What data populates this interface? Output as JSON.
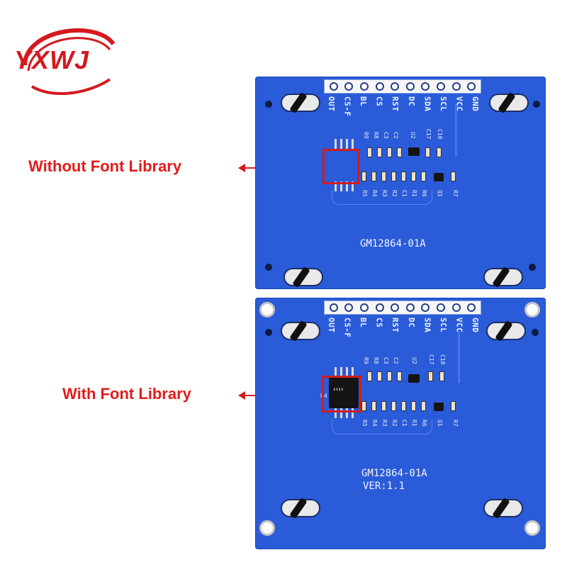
{
  "logo": {
    "text": "YXWJ",
    "color": "#d4191f"
  },
  "boards": {
    "top": {
      "pins": [
        "OUT",
        "CS-F",
        "BL",
        "CS",
        "RST",
        "DC",
        "SDA",
        "SCL",
        "VCC",
        "GND"
      ],
      "model": "GM12864-01A",
      "silk_top": [
        "R9",
        "R8",
        "C3",
        "C2",
        "U2",
        "C17",
        "C18"
      ],
      "silk_bottom": [
        "R5",
        "R4",
        "R3",
        "R2",
        "C1",
        "R1",
        "R6",
        "Q1",
        "R7"
      ]
    },
    "bottom": {
      "pins": [
        "OUT",
        "CS-F",
        "BL",
        "CS",
        "RST",
        "DC",
        "SDA",
        "SCL",
        "VCC",
        "GND"
      ],
      "model": "GM12864-01A",
      "version": "VER:1.1",
      "silk_top": [
        "R9",
        "R8",
        "C3",
        "C2",
        "U2",
        "C17",
        "C18"
      ],
      "silk_bottom": [
        "R5",
        "R4",
        "R3",
        "R2",
        "C1",
        "R1",
        "R6",
        "Q1",
        "R7"
      ],
      "chip_label": "U4"
    }
  },
  "callouts": {
    "top": "Without Font Library",
    "bottom": "With Font Library",
    "color": "#e31b1b"
  },
  "colors": {
    "pcb": "#2a5bd8",
    "accent": "#d41c1c"
  }
}
